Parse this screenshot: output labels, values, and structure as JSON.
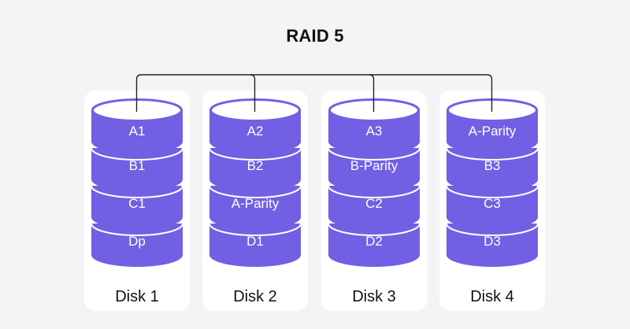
{
  "title": "RAID 5",
  "colors": {
    "background": "#f4f4f6",
    "panel": "#ffffff",
    "cylinder": "#7160e3",
    "line": "#222222"
  },
  "disks": [
    {
      "name": "Disk 1",
      "blocks": [
        "A1",
        "B1",
        "C1",
        "Dp"
      ]
    },
    {
      "name": "Disk 2",
      "blocks": [
        "A2",
        "B2",
        "A-Parity",
        "D1"
      ]
    },
    {
      "name": "Disk 3",
      "blocks": [
        "A3",
        "B-Parity",
        "C2",
        "D2"
      ]
    },
    {
      "name": "Disk 4",
      "blocks": [
        "A-Parity",
        "B3",
        "C3",
        "D3"
      ]
    }
  ]
}
